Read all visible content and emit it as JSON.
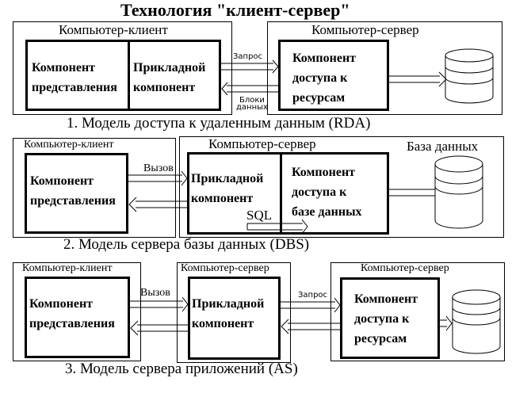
{
  "title": "Технология  \"клиент-сервер\"",
  "models": [
    {
      "caption": "1. Модель доступа к удаленным данным (RDA)",
      "client_label": "Компьютер-клиент",
      "server_label": "Компьютер-сервер",
      "client_components": [
        {
          "line1": "Компонент",
          "line2": "представления"
        },
        {
          "line1": "Прикладной",
          "line2": "компонент"
        }
      ],
      "server_component": {
        "line1": "Компонент",
        "line2": "доступа  к",
        "line3": "ресурсам"
      },
      "arrow_request": "Запрос",
      "arrow_response_line1": "Блоки",
      "arrow_response_line2": "данных",
      "database_icon": "cylinder"
    },
    {
      "caption": "2. Модель сервера базы данных (DBS)",
      "client_label": "Компьютер-клиент",
      "server_label": "Компьютер-сервер",
      "database_label": "База данных",
      "client_component": {
        "line1": "Компонент",
        "line2": "представления"
      },
      "server_components": [
        {
          "line1": "Прикладной",
          "line2": "компонент"
        },
        {
          "line1": "Компонент",
          "line2": "доступа  к",
          "line3": "базе данных"
        }
      ],
      "arrow_call": "Вызов",
      "arrow_sql": "SQL",
      "database_icon": "cylinder"
    },
    {
      "caption": "3. Модель сервера приложений (AS)",
      "client_label": "Компьютер-клиент",
      "app_server_label": "Компьютер-сервер",
      "data_server_label": "Компьютер-сервер",
      "client_component": {
        "line1": "Компонент",
        "line2": "представления"
      },
      "app_component": {
        "line1": "Прикладной",
        "line2": "компонент"
      },
      "data_component": {
        "line1": "Компонент",
        "line2": "доступа  к",
        "line3": "ресурсам"
      },
      "arrow_call": "Вызов",
      "arrow_request": "Запрос",
      "database_icon": "cylinder"
    }
  ]
}
